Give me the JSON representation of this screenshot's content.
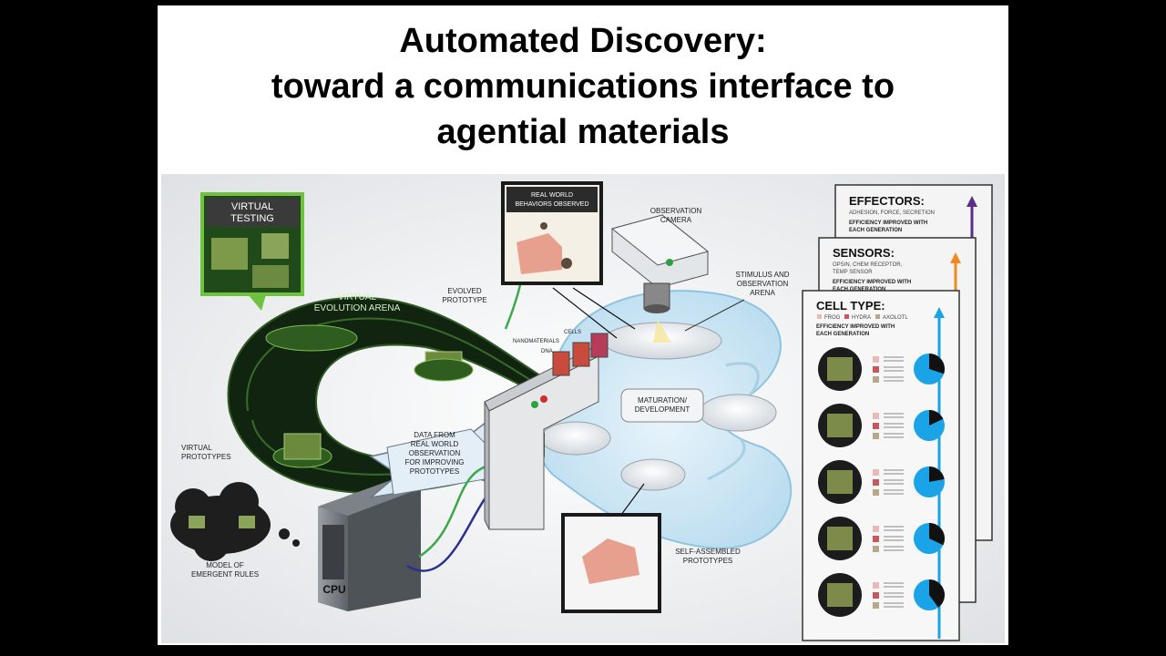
{
  "slide": {
    "title_lines": [
      "Automated Discovery:",
      "toward a communications interface to",
      "agential materials"
    ]
  },
  "diagram": {
    "virtual_testing": [
      "VIRTUAL",
      "TESTING"
    ],
    "virtual_evolution_arena": [
      "VIRTUAL",
      "EVOLUTION ARENA"
    ],
    "evolved_prototype": [
      "EVOLVED",
      "PROTOTYPE"
    ],
    "virtual_prototypes": [
      "VIRTUAL",
      "PROTOTYPES"
    ],
    "model_of_emergent_rules": [
      "MODEL OF",
      "EMERGENT RULES"
    ],
    "cpu": "CPU",
    "data_arrow": [
      "DATA FROM",
      "REAL WORLD",
      "OBSERVATION",
      "FOR IMPROVING",
      "PROTOTYPES"
    ],
    "real_world_behaviors": [
      "REAL WORLD",
      "BEHAVIORS OBSERVED"
    ],
    "observation_camera": [
      "OBSERVATION",
      "CAMERA"
    ],
    "stimulus_arena": [
      "STIMULUS AND",
      "OBSERVATION",
      "ARENA"
    ],
    "cells": "CELLS",
    "nanomaterials": "NANOMATERIALS",
    "dna": "DNA",
    "maturation": [
      "MATURATION/",
      "DEVELOPMENT"
    ],
    "self_assembled": [
      "SELF-ASSEMBLED",
      "PROTOTYPES"
    ],
    "effectors": {
      "title": "EFFECTORS:",
      "sub": "ADHESION, FORCE, SECRETION",
      "note": [
        "EFFICIENCY IMPROVED WITH",
        "EACH GENERATION"
      ],
      "color": "#5b2d8e"
    },
    "sensors": {
      "title": "SENSORS:",
      "sub": [
        "OPSIN, CHEM RECEPTOR,",
        "TEMP SENSOR"
      ],
      "note": [
        "EFFICIENCY IMPROVED WITH",
        "EACH GENERATION"
      ],
      "color": "#f08a1c"
    },
    "cell_type": {
      "title": "CELL TYPE:",
      "legend": [
        "FROG",
        "HYDRA",
        "AXOLOTL"
      ],
      "note": [
        "EFFICIENCY IMPROVED WITH",
        "EACH GENERATION"
      ],
      "color": "#1aa3e6",
      "pie_fractions": [
        0.3,
        0.18,
        0.22,
        0.32,
        0.4
      ]
    }
  }
}
